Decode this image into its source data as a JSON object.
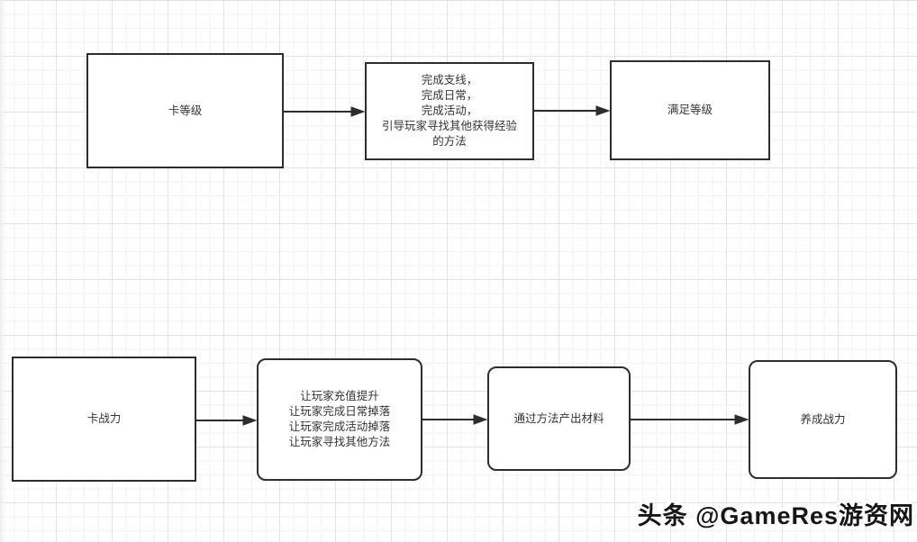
{
  "diagram": {
    "level_flow": {
      "nodes": [
        {
          "id": "stuck-level",
          "label": "卡等级"
        },
        {
          "id": "level-methods",
          "label": "完成支线，\n完成日常，\n完成活动，\n引导玩家寻找其他获得经验\n的方法"
        },
        {
          "id": "meet-level",
          "label": "满足等级"
        }
      ]
    },
    "power_flow": {
      "nodes": [
        {
          "id": "stuck-power",
          "label": "卡战力"
        },
        {
          "id": "power-methods",
          "label": "让玩家充值提升\n让玩家完成日常掉落\n让玩家完成活动掉落\n让玩家寻找其他方法"
        },
        {
          "id": "produce-materials",
          "label": "通过方法产出材料"
        },
        {
          "id": "grow-power",
          "label": "养成战力"
        }
      ]
    },
    "watermark": "头条 @GameRes游资网",
    "colors": {
      "node_border": "#2d2d2d",
      "node_fill": "#ffffff",
      "node_text": "#333333",
      "arrow": "#2d2d2d",
      "watermark_text": "#161616",
      "grid_minor": "#f2f2f2",
      "grid_major": "#e3e3e3"
    }
  }
}
